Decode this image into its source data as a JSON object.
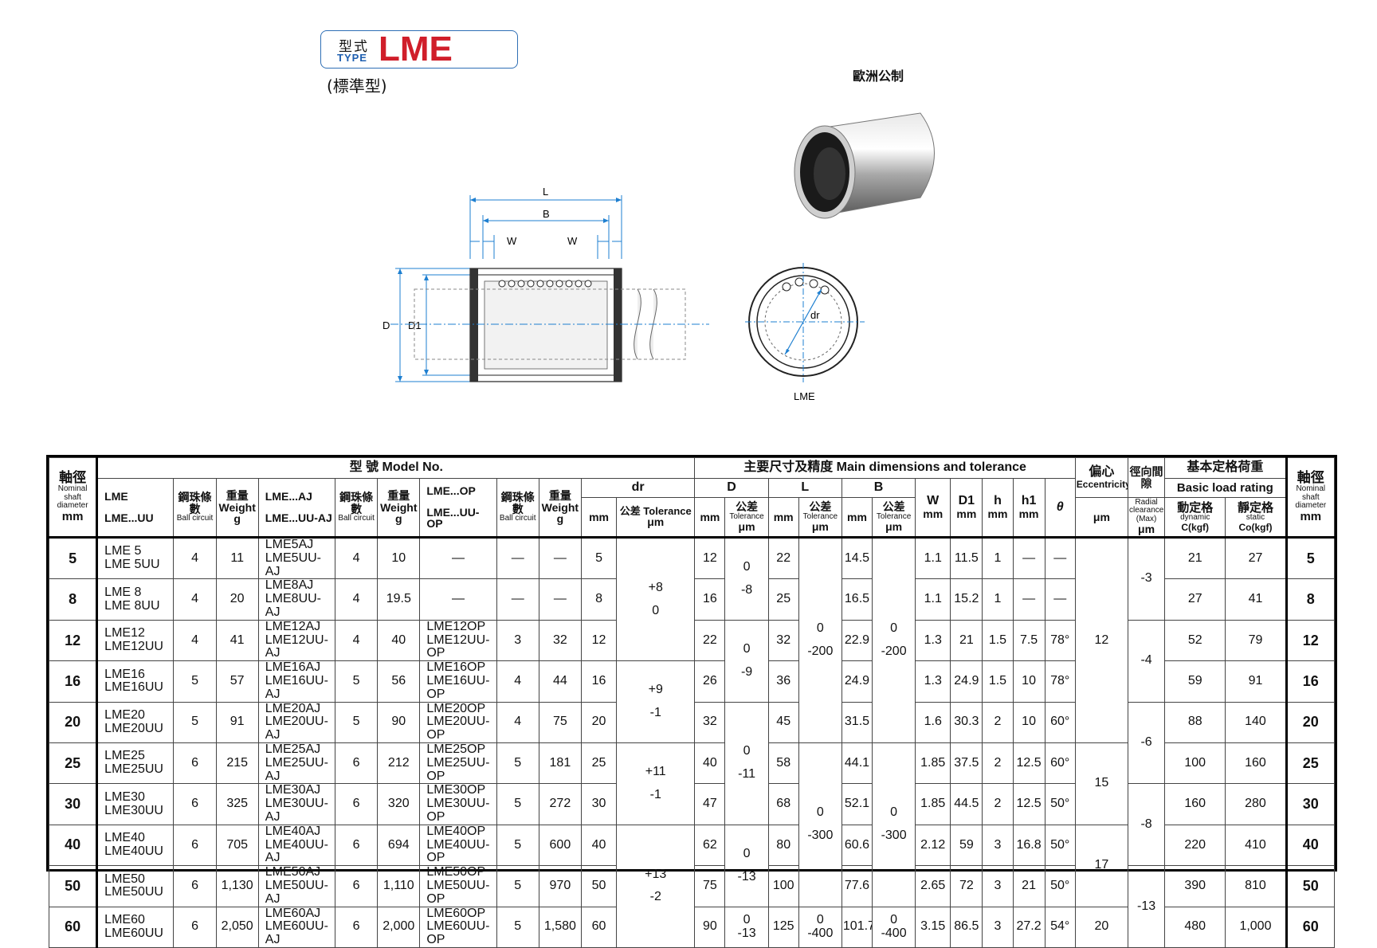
{
  "header": {
    "type_zh": "型式",
    "type_en": "TYPE",
    "model": "LME",
    "subtype": "(標準型)",
    "standard": "歐洲公制"
  },
  "diagram": {
    "labels": {
      "L": "L",
      "B": "B",
      "W1": "W",
      "W2": "W",
      "D": "D",
      "D1": "D1",
      "dr": "dr",
      "end_view": "LME"
    }
  },
  "table_head": {
    "shaft_zh": "軸徑",
    "shaft_en": "Nominal shaft diameter",
    "shaft_unit": "mm",
    "model_no": "型 號 Model No.",
    "main_dim": "主要尺寸及精度 Main dimensions and tolerance",
    "lme": "LME",
    "lme_uu": "LME...UU",
    "lme_aj": "LME...AJ",
    "lme_uu_aj": "LME...UU-AJ",
    "lme_op": "LME...OP",
    "lme_uu_op": "LME...UU-OP",
    "ball_zh": "鋼珠條數",
    "ball_en": "Ball circuit",
    "weight_zh": "重量",
    "weight_en": "Weight",
    "weight_unit": "g",
    "dr": "dr",
    "D": "D",
    "L": "L",
    "B": "B",
    "W": "W",
    "D1": "D1",
    "h": "h",
    "h1": "h1",
    "theta": "θ",
    "mm": "mm",
    "tol_zh": "公差",
    "tol_en": "Tolerance",
    "um": "μm",
    "tol_combined": "公差 Tolerance",
    "ecc_zh": "偏心",
    "ecc_en": "Eccentricity",
    "rad_zh": "徑向間隙",
    "rad_en": "Radial clearance (Max)",
    "load_zh": "基本定格荷重",
    "load_en": "Basic load rating",
    "dyn_zh": "動定格",
    "dyn_en": "dynamic",
    "dyn_unit": "C(kgf)",
    "sta_zh": "靜定格",
    "sta_en": "static",
    "sta_unit": "Co(kgf)"
  },
  "rows": [
    {
      "d": "5",
      "lme": "LME 5",
      "lmeuu": "LME 5UU",
      "b1": "4",
      "w1": "11",
      "aj": "LME5AJ",
      "ajuu": "LME5UU-AJ",
      "b2": "4",
      "w2": "10",
      "op": "—",
      "opuu": "",
      "b3": "—",
      "w3": "—",
      "dr": "5",
      "D": "12",
      "L": "22",
      "B": "14.5",
      "W": "1.1",
      "D1": "11.5",
      "h": "1",
      "h1": "—",
      "th": "—",
      "C": "21",
      "Co": "27"
    },
    {
      "d": "8",
      "lme": "LME 8",
      "lmeuu": "LME 8UU",
      "b1": "4",
      "w1": "20",
      "aj": "LME8AJ",
      "ajuu": "LME8UU-AJ",
      "b2": "4",
      "w2": "19.5",
      "op": "—",
      "opuu": "",
      "b3": "—",
      "w3": "—",
      "dr": "8",
      "D": "16",
      "L": "25",
      "B": "16.5",
      "W": "1.1",
      "D1": "15.2",
      "h": "1",
      "h1": "—",
      "th": "—",
      "C": "27",
      "Co": "41"
    },
    {
      "d": "12",
      "lme": "LME12",
      "lmeuu": "LME12UU",
      "b1": "4",
      "w1": "41",
      "aj": "LME12AJ",
      "ajuu": "LME12UU-AJ",
      "b2": "4",
      "w2": "40",
      "op": "LME12OP",
      "opuu": "LME12UU-OP",
      "b3": "3",
      "w3": "32",
      "dr": "12",
      "D": "22",
      "L": "32",
      "B": "22.9",
      "W": "1.3",
      "D1": "21",
      "h": "1.5",
      "h1": "7.5",
      "th": "78°",
      "C": "52",
      "Co": "79"
    },
    {
      "d": "16",
      "lme": "LME16",
      "lmeuu": "LME16UU",
      "b1": "5",
      "w1": "57",
      "aj": "LME16AJ",
      "ajuu": "LME16UU-AJ",
      "b2": "5",
      "w2": "56",
      "op": "LME16OP",
      "opuu": "LME16UU-OP",
      "b3": "4",
      "w3": "44",
      "dr": "16",
      "D": "26",
      "L": "36",
      "B": "24.9",
      "W": "1.3",
      "D1": "24.9",
      "h": "1.5",
      "h1": "10",
      "th": "78°",
      "C": "59",
      "Co": "91"
    },
    {
      "d": "20",
      "lme": "LME20",
      "lmeuu": "LME20UU",
      "b1": "5",
      "w1": "91",
      "aj": "LME20AJ",
      "ajuu": "LME20UU-AJ",
      "b2": "5",
      "w2": "90",
      "op": "LME20OP",
      "opuu": "LME20UU-OP",
      "b3": "4",
      "w3": "75",
      "dr": "20",
      "D": "32",
      "L": "45",
      "B": "31.5",
      "W": "1.6",
      "D1": "30.3",
      "h": "2",
      "h1": "10",
      "th": "60°",
      "C": "88",
      "Co": "140"
    },
    {
      "d": "25",
      "lme": "LME25",
      "lmeuu": "LME25UU",
      "b1": "6",
      "w1": "215",
      "aj": "LME25AJ",
      "ajuu": "LME25UU-AJ",
      "b2": "6",
      "w2": "212",
      "op": "LME25OP",
      "opuu": "LME25UU-OP",
      "b3": "5",
      "w3": "181",
      "dr": "25",
      "D": "40",
      "L": "58",
      "B": "44.1",
      "W": "1.85",
      "D1": "37.5",
      "h": "2",
      "h1": "12.5",
      "th": "60°",
      "C": "100",
      "Co": "160"
    },
    {
      "d": "30",
      "lme": "LME30",
      "lmeuu": "LME30UU",
      "b1": "6",
      "w1": "325",
      "aj": "LME30AJ",
      "ajuu": "LME30UU-AJ",
      "b2": "6",
      "w2": "320",
      "op": "LME30OP",
      "opuu": "LME30UU-OP",
      "b3": "5",
      "w3": "272",
      "dr": "30",
      "D": "47",
      "L": "68",
      "B": "52.1",
      "W": "1.85",
      "D1": "44.5",
      "h": "2",
      "h1": "12.5",
      "th": "50°",
      "C": "160",
      "Co": "280"
    },
    {
      "d": "40",
      "lme": "LME40",
      "lmeuu": "LME40UU",
      "b1": "6",
      "w1": "705",
      "aj": "LME40AJ",
      "ajuu": "LME40UU-AJ",
      "b2": "6",
      "w2": "694",
      "op": "LME40OP",
      "opuu": "LME40UU-OP",
      "b3": "5",
      "w3": "600",
      "dr": "40",
      "D": "62",
      "L": "80",
      "B": "60.6",
      "W": "2.12",
      "D1": "59",
      "h": "3",
      "h1": "16.8",
      "th": "50°",
      "C": "220",
      "Co": "410"
    },
    {
      "d": "50",
      "lme": "LME50",
      "lmeuu": "LME50UU",
      "b1": "6",
      "w1": "1,130",
      "aj": "LME50AJ",
      "ajuu": "LME50UU-AJ",
      "b2": "6",
      "w2": "1,110",
      "op": "LME50OP",
      "opuu": "LME50UU-OP",
      "b3": "5",
      "w3": "970",
      "dr": "50",
      "D": "75",
      "L": "100",
      "B": "77.6",
      "W": "2.65",
      "D1": "72",
      "h": "3",
      "h1": "21",
      "th": "50°",
      "C": "390",
      "Co": "810"
    },
    {
      "d": "60",
      "lme": "LME60",
      "lmeuu": "LME60UU",
      "b1": "6",
      "w1": "2,050",
      "aj": "LME60AJ",
      "ajuu": "LME60UU-AJ",
      "b2": "6",
      "w2": "2,000",
      "op": "LME60OP",
      "opuu": "LME60UU-OP",
      "b3": "5",
      "w3": "1,580",
      "dr": "60",
      "D": "90",
      "L": "125",
      "B": "101.7",
      "W": "3.15",
      "D1": "86.5",
      "h": "3",
      "h1": "27.2",
      "th": "54°",
      "C": "480",
      "Co": "1,000"
    }
  ],
  "merged": {
    "dr_tol": [
      {
        "up": "+8",
        "lo": "0"
      },
      {
        "up": "+9",
        "lo": "-1"
      },
      {
        "up": "+11",
        "lo": "-1"
      },
      {
        "up": "+13",
        "lo": "-2"
      }
    ],
    "D_tol": [
      {
        "up": "0",
        "lo": "-8"
      },
      {
        "up": "0",
        "lo": "-9"
      },
      {
        "up": "0",
        "lo": "-11"
      },
      {
        "up": "0",
        "lo": "-13"
      },
      {
        "up": "0",
        "lo": "-13"
      }
    ],
    "L_tol": [
      {
        "up": "0",
        "lo": "-200"
      },
      {
        "up": "0",
        "lo": "-300"
      },
      {
        "up": "0",
        "lo": "-400"
      }
    ],
    "B_tol": [
      {
        "up": "0",
        "lo": "-200"
      },
      {
        "up": "0",
        "lo": "-300"
      },
      {
        "up": "0",
        "lo": "-400"
      }
    ],
    "ecc": [
      "12",
      "15",
      "17",
      "20"
    ],
    "rad": [
      "-3",
      "-4",
      "-6",
      "-8",
      "-13"
    ]
  }
}
